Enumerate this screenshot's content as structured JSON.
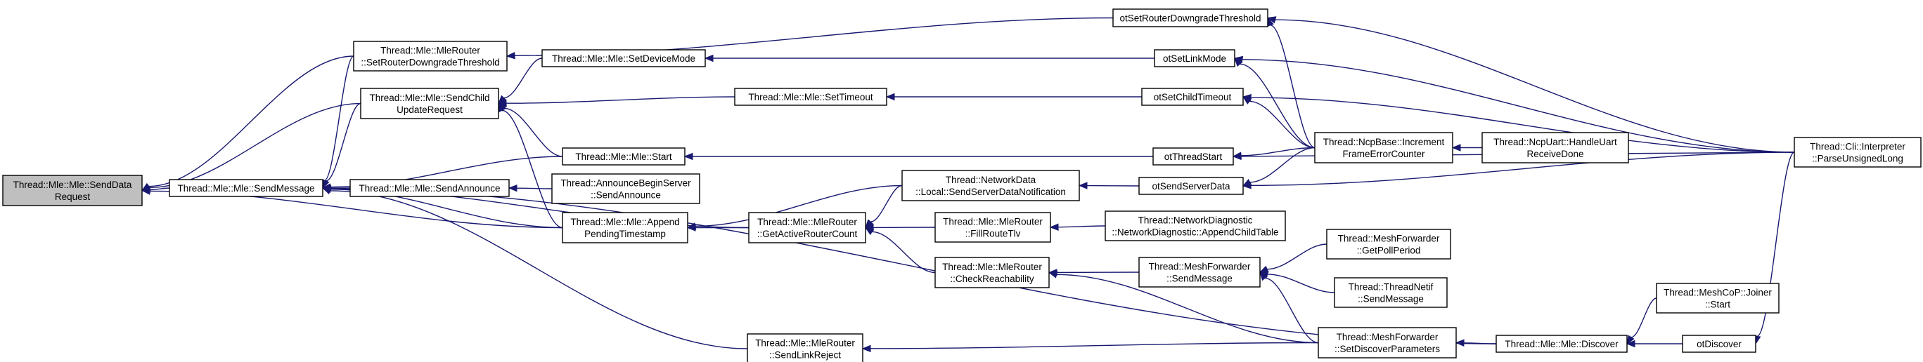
{
  "diagram": {
    "edge_color": "#191970",
    "root_fill": "#bfbfbf",
    "nodes": [
      {
        "id": "senddata",
        "lines": [
          "Thread::Mle::Mle::SendData",
          "Request"
        ],
        "root": true
      },
      {
        "id": "setrouterdowngrade",
        "lines": [
          "Thread::Mle::MleRouter",
          "::SetRouterDowngradeThreshold"
        ]
      },
      {
        "id": "sendchildupdate",
        "lines": [
          "Thread::Mle::Mle::SendChild",
          "UpdateRequest"
        ]
      },
      {
        "id": "sendmessage",
        "lines": [
          "Thread::Mle::Mle::SendMessage"
        ]
      },
      {
        "id": "setdevicemode",
        "lines": [
          "Thread::Mle::Mle::SetDeviceMode"
        ]
      },
      {
        "id": "mlestart",
        "lines": [
          "Thread::Mle::Mle::Start"
        ]
      },
      {
        "id": "sendannounce",
        "lines": [
          "Thread::Mle::Mle::SendAnnounce"
        ]
      },
      {
        "id": "announcebegin",
        "lines": [
          "Thread::AnnounceBeginServer",
          "::SendAnnounce"
        ]
      },
      {
        "id": "appendpending",
        "lines": [
          "Thread::Mle::Mle::Append",
          "PendingTimestamp"
        ]
      },
      {
        "id": "settimeout",
        "lines": [
          "Thread::Mle::Mle::SetTimeout"
        ]
      },
      {
        "id": "getactiverouter",
        "lines": [
          "Thread::Mle::MleRouter",
          "::GetActiveRouterCount"
        ]
      },
      {
        "id": "sendserverdatanotif",
        "lines": [
          "Thread::NetworkData",
          "::Local::SendServerDataNotification"
        ]
      },
      {
        "id": "fillroutetlv",
        "lines": [
          "Thread::Mle::MleRouter",
          "::FillRouteTlv"
        ]
      },
      {
        "id": "checkreach",
        "lines": [
          "Thread::Mle::MleRouter",
          "::CheckReachability"
        ]
      },
      {
        "id": "sendlinkreject",
        "lines": [
          "Thread::Mle::MleRouter",
          "::SendLinkReject"
        ]
      },
      {
        "id": "otsetrouterdowngrade",
        "lines": [
          "otSetRouterDowngradeThreshold"
        ]
      },
      {
        "id": "otsetlinkmode",
        "lines": [
          "otSetLinkMode"
        ]
      },
      {
        "id": "otsetchildtimeout",
        "lines": [
          "otSetChildTimeout"
        ]
      },
      {
        "id": "otthreadstart",
        "lines": [
          "otThreadStart"
        ]
      },
      {
        "id": "otsendserverdata",
        "lines": [
          "otSendServerData"
        ]
      },
      {
        "id": "netdiag",
        "lines": [
          "Thread::NetworkDiagnostic",
          "::NetworkDiagnostic::AppendChildTable"
        ]
      },
      {
        "id": "meshsendmessage",
        "lines": [
          "Thread::MeshForwarder",
          "::SendMessage"
        ]
      },
      {
        "id": "ncpincrement",
        "lines": [
          "Thread::NcpBase::Increment",
          "FrameErrorCounter"
        ]
      },
      {
        "id": "ncpuart",
        "lines": [
          "Thread::NcpUart::HandleUart",
          "ReceiveDone"
        ]
      },
      {
        "id": "getpollperiod",
        "lines": [
          "Thread::MeshForwarder",
          "::GetPollPeriod"
        ]
      },
      {
        "id": "netifsend",
        "lines": [
          "Thread::ThreadNetif",
          "::SendMessage"
        ]
      },
      {
        "id": "setdiscover",
        "lines": [
          "Thread::MeshForwarder",
          "::SetDiscoverParameters"
        ]
      },
      {
        "id": "mlediscover",
        "lines": [
          "Thread::Mle::Mle::Discover"
        ]
      },
      {
        "id": "joinerstart",
        "lines": [
          "Thread::MeshCoP::Joiner",
          "::Start"
        ]
      },
      {
        "id": "otdiscover",
        "lines": [
          "otDiscover"
        ]
      },
      {
        "id": "cliparse",
        "lines": [
          "Thread::Cli::Interpreter",
          "::ParseUnsignedLong"
        ]
      }
    ]
  }
}
